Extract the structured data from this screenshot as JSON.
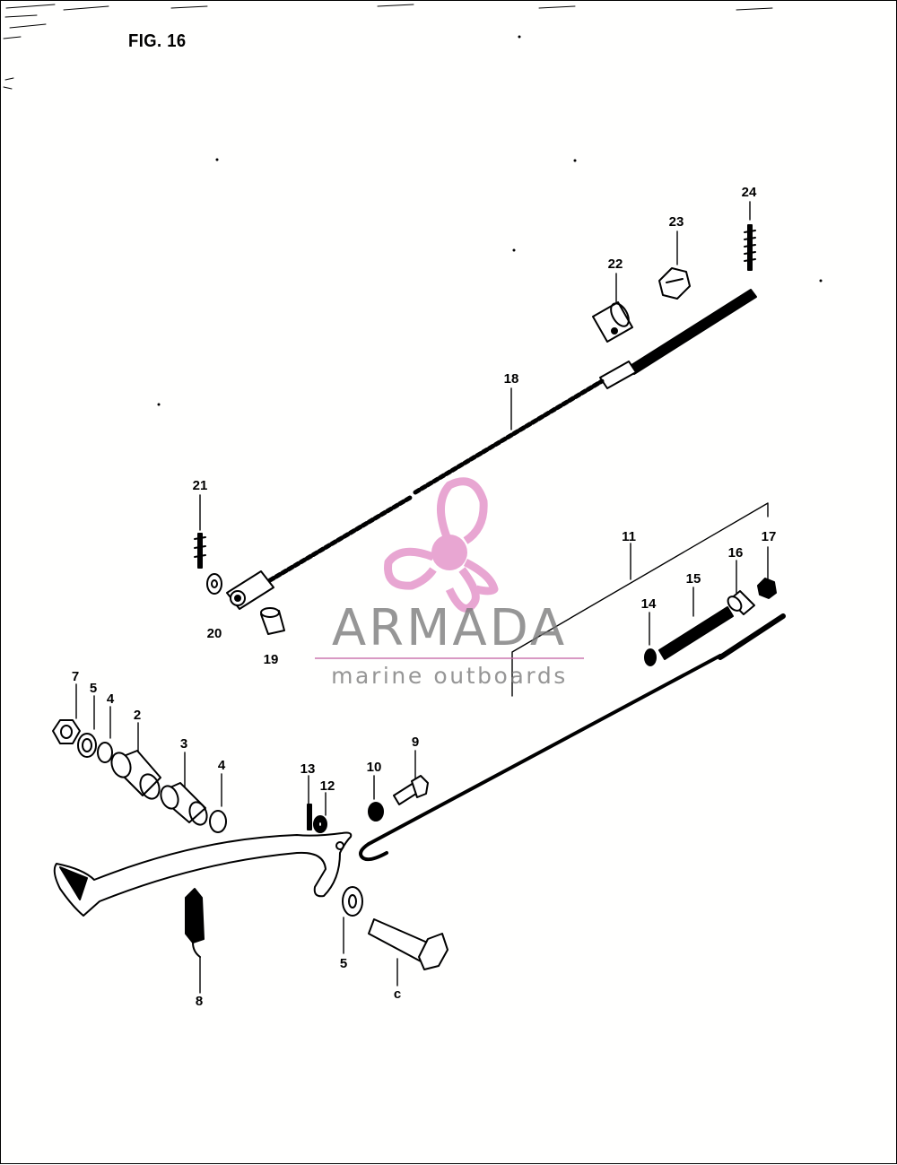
{
  "figure": {
    "title": "FIG. 16"
  },
  "callouts": [
    {
      "id": "c24",
      "label": "24"
    },
    {
      "id": "c23",
      "label": "23"
    },
    {
      "id": "c22",
      "label": "22"
    },
    {
      "id": "c18",
      "label": "18"
    },
    {
      "id": "c21",
      "label": "21"
    },
    {
      "id": "c20",
      "label": "20"
    },
    {
      "id": "c19",
      "label": "19"
    },
    {
      "id": "c11",
      "label": "11"
    },
    {
      "id": "c17",
      "label": "17"
    },
    {
      "id": "c16",
      "label": "16"
    },
    {
      "id": "c15",
      "label": "15"
    },
    {
      "id": "c14",
      "label": "14"
    },
    {
      "id": "c7",
      "label": "7"
    },
    {
      "id": "c5a",
      "label": "5"
    },
    {
      "id": "c4a",
      "label": "4"
    },
    {
      "id": "c2",
      "label": "2"
    },
    {
      "id": "c3",
      "label": "3"
    },
    {
      "id": "c4b",
      "label": "4"
    },
    {
      "id": "c13",
      "label": "13"
    },
    {
      "id": "c12",
      "label": "12"
    },
    {
      "id": "c10",
      "label": "10"
    },
    {
      "id": "c9",
      "label": "9"
    },
    {
      "id": "c8",
      "label": "8"
    },
    {
      "id": "c5b",
      "label": "5"
    },
    {
      "id": "c6",
      "label": "ϲ"
    }
  ],
  "watermark": {
    "brand": "ARMADA",
    "tagline": "marine outboards",
    "colors": {
      "logo": "#e8a6d2",
      "text": "#8a8a8a"
    }
  }
}
